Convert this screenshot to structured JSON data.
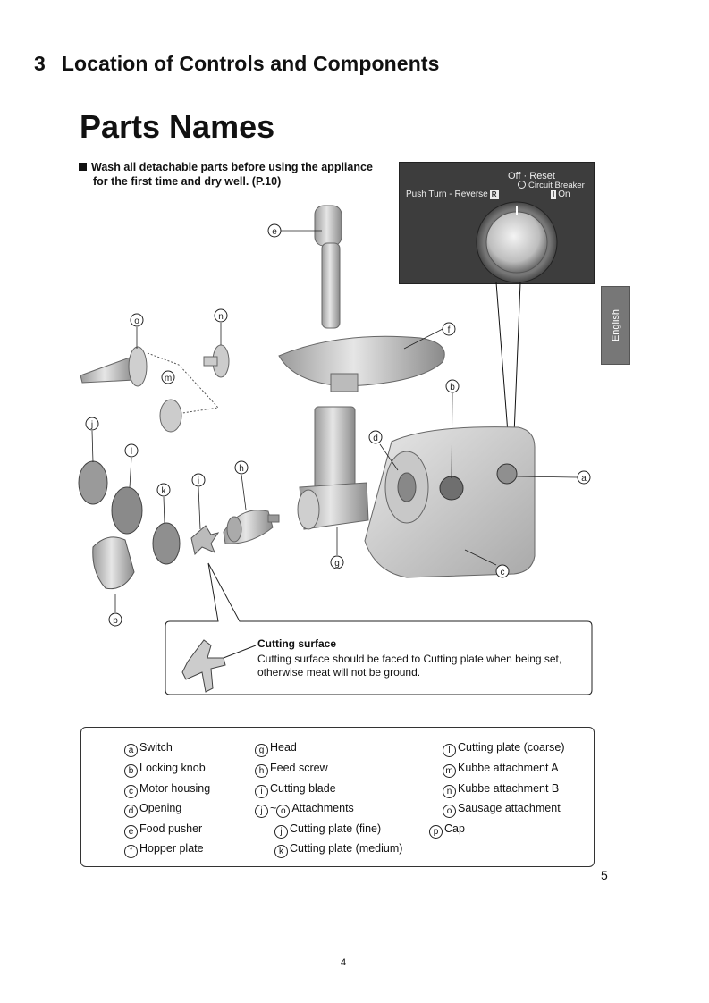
{
  "section": {
    "number": "3",
    "title": "Location of Controls and Components"
  },
  "heading": "Parts Names",
  "note": {
    "line1": "Wash all detachable parts before using the appliance",
    "line2": "for the first time and dry well. (P.10)"
  },
  "control_panel": {
    "off_reset": "Off · Reset",
    "circuit_breaker": "Circuit Breaker",
    "push_turn_reverse": "Push Turn - Reverse",
    "r_mark": "R",
    "i_mark": "I",
    "on": "On"
  },
  "side_tab": "English",
  "diagram_labels": [
    "a",
    "b",
    "c",
    "d",
    "e",
    "f",
    "g",
    "h",
    "i",
    "j",
    "k",
    "l",
    "m",
    "n",
    "o",
    "p"
  ],
  "callout": {
    "title": "Cutting surface",
    "text": "Cutting surface should be faced to Cutting plate when being set, otherwise meat will not be ground."
  },
  "legend": {
    "col1": [
      {
        "letter": "a",
        "name": "Switch"
      },
      {
        "letter": "b",
        "name": "Locking knob"
      },
      {
        "letter": "c",
        "name": "Motor housing"
      },
      {
        "letter": "d",
        "name": "Opening"
      },
      {
        "letter": "e",
        "name": "Food pusher"
      },
      {
        "letter": "f",
        "name": "Hopper plate"
      }
    ],
    "col2": [
      {
        "letter": "g",
        "name": "Head"
      },
      {
        "letter": "h",
        "name": "Feed screw"
      },
      {
        "letter": "i",
        "name": "Cutting blade"
      }
    ],
    "attachments": {
      "from": "j",
      "tilde": "~",
      "to": "o",
      "name": "Attachments"
    },
    "col2_sub": [
      {
        "letter": "j",
        "name": "Cutting plate (fine)"
      },
      {
        "letter": "k",
        "name": "Cutting plate (medium)"
      }
    ],
    "col3": [
      {
        "letter": "l",
        "name": "Cutting plate (coarse)"
      },
      {
        "letter": "m",
        "name": "Kubbe attachment A"
      },
      {
        "letter": "n",
        "name": "Kubbe attachment B"
      },
      {
        "letter": "o",
        "name": "Sausage attachment"
      },
      {
        "letter": "p",
        "name": "Cap"
      }
    ]
  },
  "page_numbers": {
    "right": "5",
    "bottom": "4"
  }
}
